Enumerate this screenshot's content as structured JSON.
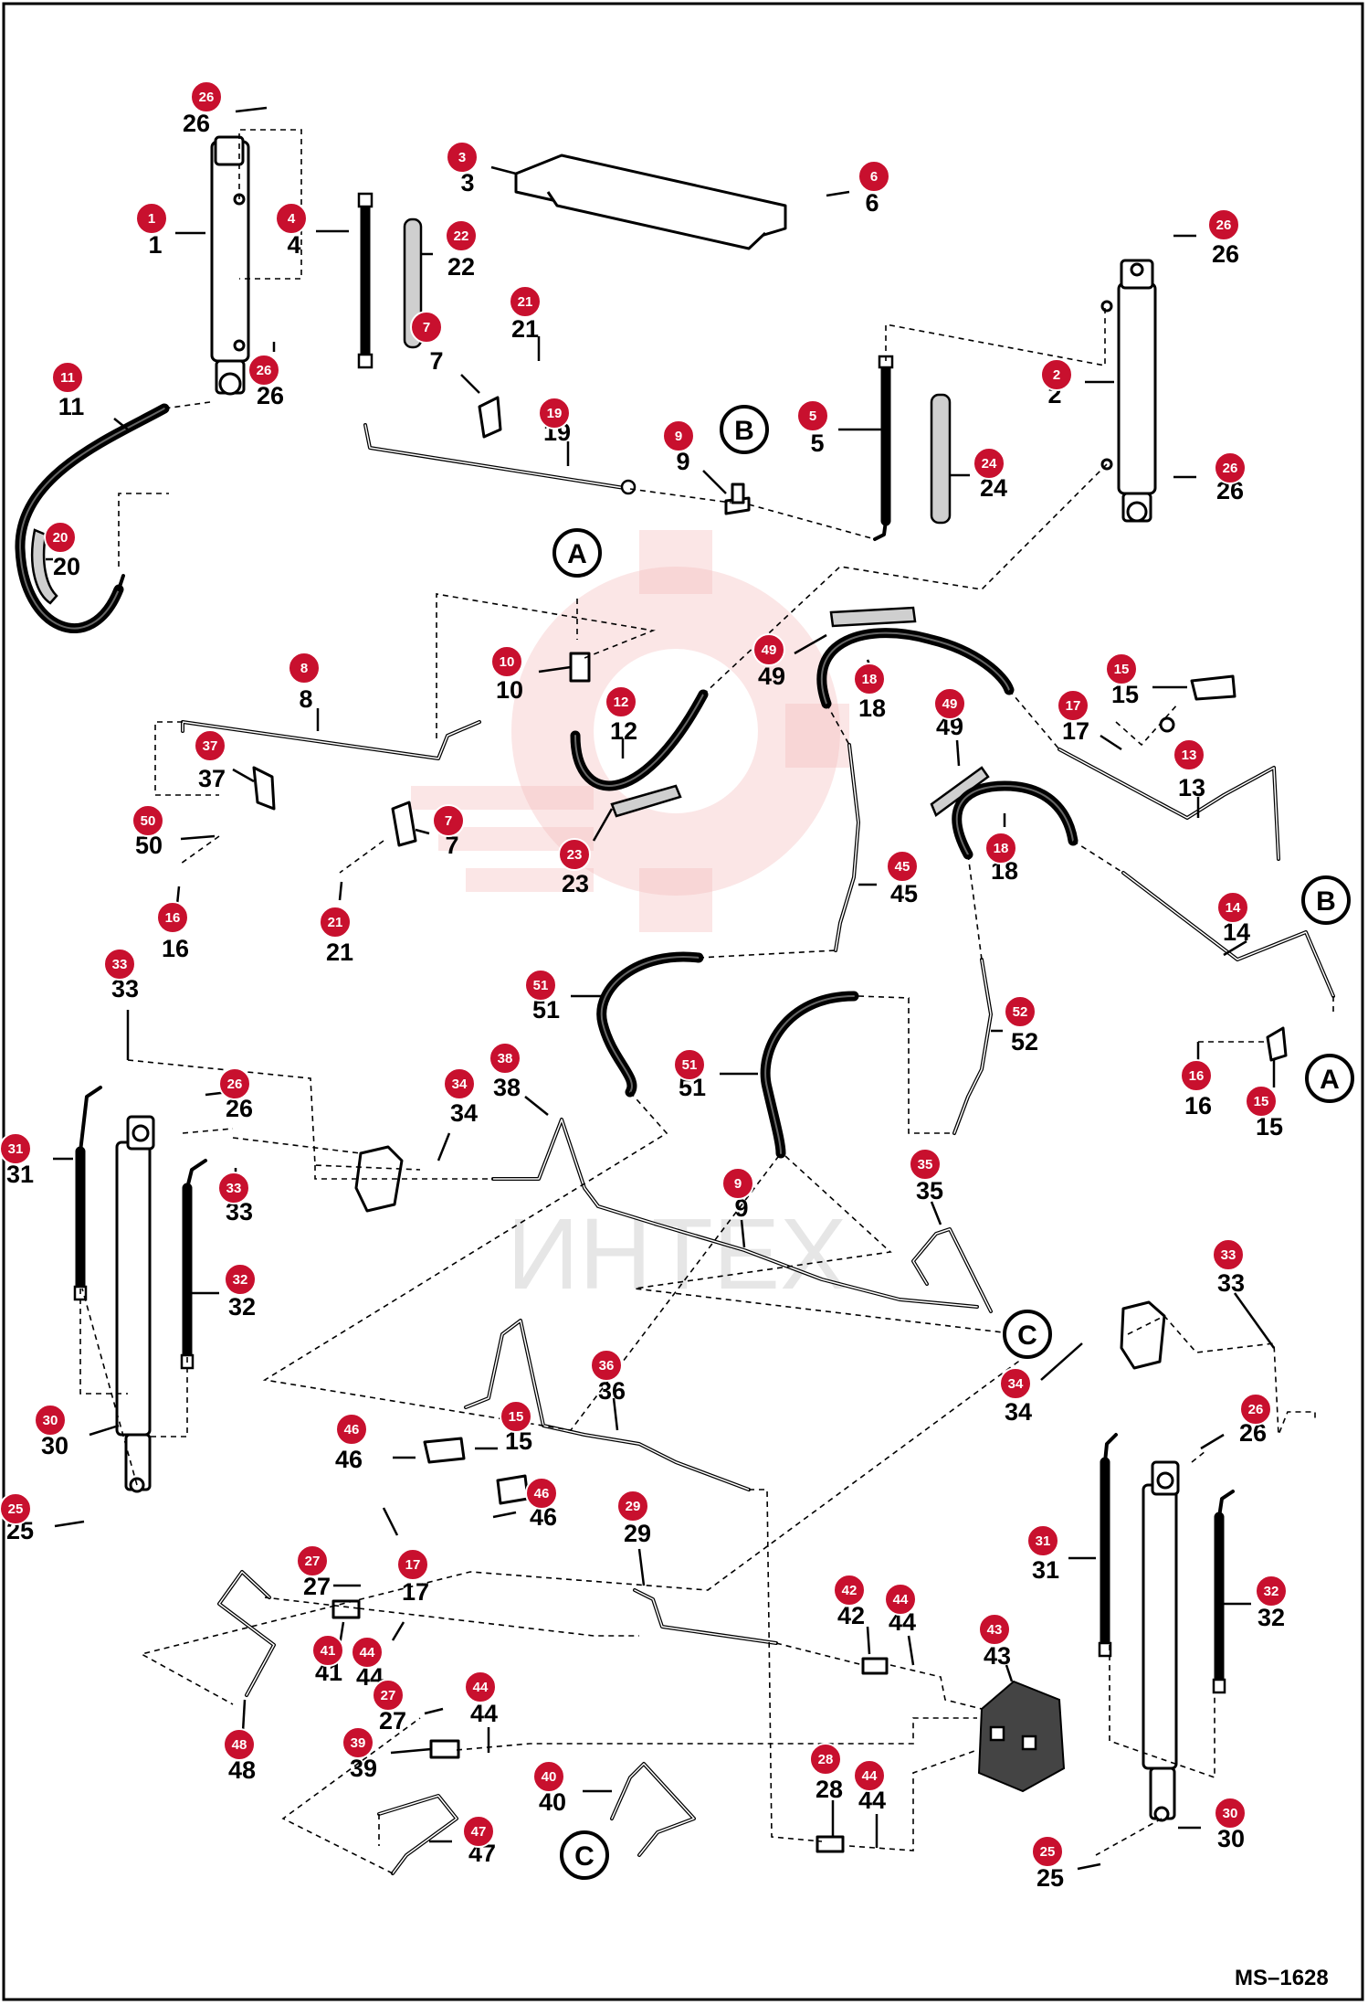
{
  "diagram_code": "MS–1628",
  "watermark": "ИНТЕХ",
  "colors": {
    "badge": "#c8102e",
    "ink": "#000000",
    "watermark": "#f4b8b8"
  },
  "callouts": [
    {
      "id": "c26a",
      "label": "26",
      "badge": "26"
    },
    {
      "id": "c3",
      "label": "3",
      "badge": "3"
    },
    {
      "id": "c6",
      "label": "6",
      "badge": "6"
    },
    {
      "id": "c1",
      "label": "1",
      "badge": "1"
    },
    {
      "id": "c4",
      "label": "4",
      "badge": "4"
    },
    {
      "id": "c22",
      "label": "22",
      "badge": "22"
    },
    {
      "id": "c26b",
      "label": "26",
      "badge": "26"
    },
    {
      "id": "c21a",
      "label": "21",
      "badge": "21"
    },
    {
      "id": "c7a",
      "label": "7",
      "badge": "7"
    },
    {
      "id": "c2",
      "label": "2",
      "badge": "2"
    },
    {
      "id": "c26c",
      "label": "26",
      "badge": "26"
    },
    {
      "id": "c11",
      "label": "11",
      "badge": "11"
    },
    {
      "id": "c19",
      "label": "19",
      "badge": "19"
    },
    {
      "id": "c9a",
      "label": "9",
      "badge": "9"
    },
    {
      "id": "c5",
      "label": "5",
      "badge": "5"
    },
    {
      "id": "c24",
      "label": "24",
      "badge": "24"
    },
    {
      "id": "c26d",
      "label": "26",
      "badge": "26"
    },
    {
      "id": "c20",
      "label": "20",
      "badge": "20"
    },
    {
      "id": "c10",
      "label": "10",
      "badge": "10"
    },
    {
      "id": "c49a",
      "label": "49",
      "badge": "49"
    },
    {
      "id": "c18a",
      "label": "18",
      "badge": "18"
    },
    {
      "id": "c15a",
      "label": "15",
      "badge": "15"
    },
    {
      "id": "c8",
      "label": "8",
      "badge": "8"
    },
    {
      "id": "c12",
      "label": "12",
      "badge": "12"
    },
    {
      "id": "c49b",
      "label": "49",
      "badge": "49"
    },
    {
      "id": "c17a",
      "label": "17",
      "badge": "17"
    },
    {
      "id": "c13",
      "label": "13",
      "badge": "13"
    },
    {
      "id": "c37",
      "label": "37",
      "badge": "37"
    },
    {
      "id": "c50",
      "label": "50",
      "badge": "50"
    },
    {
      "id": "c7b",
      "label": "7",
      "badge": "7"
    },
    {
      "id": "c23",
      "label": "23",
      "badge": "23"
    },
    {
      "id": "c18b",
      "label": "18",
      "badge": "18"
    },
    {
      "id": "c45",
      "label": "45",
      "badge": "45"
    },
    {
      "id": "c16a",
      "label": "16",
      "badge": "16"
    },
    {
      "id": "c21b",
      "label": "21",
      "badge": "21"
    },
    {
      "id": "c14",
      "label": "14",
      "badge": "14"
    },
    {
      "id": "c51a",
      "label": "51",
      "badge": "51"
    },
    {
      "id": "c33a",
      "label": "33",
      "badge": "33"
    },
    {
      "id": "c52a",
      "label": "52",
      "badge": "52"
    },
    {
      "id": "c26e",
      "label": "26",
      "badge": "26"
    },
    {
      "id": "c34a",
      "label": "34",
      "badge": "34"
    },
    {
      "id": "c38",
      "label": "38",
      "badge": "38"
    },
    {
      "id": "c51b",
      "label": "51",
      "badge": "51"
    },
    {
      "id": "c16b",
      "label": "16",
      "badge": "16"
    },
    {
      "id": "c15b",
      "label": "15",
      "badge": "15"
    },
    {
      "id": "c31a",
      "label": "31",
      "badge": "31"
    },
    {
      "id": "c33b",
      "label": "33",
      "badge": "33"
    },
    {
      "id": "c9b",
      "label": "9",
      "badge": "9"
    },
    {
      "id": "c35",
      "label": "35",
      "badge": "35"
    },
    {
      "id": "c32a",
      "label": "32",
      "badge": "32"
    },
    {
      "id": "c33c",
      "label": "33",
      "badge": "33"
    },
    {
      "id": "c34b",
      "label": "34",
      "badge": "34"
    },
    {
      "id": "c36",
      "label": "36",
      "badge": "36"
    },
    {
      "id": "c30a",
      "label": "30",
      "badge": "30"
    },
    {
      "id": "c15c",
      "label": "15",
      "badge": "15"
    },
    {
      "id": "c46a",
      "label": "46",
      "badge": "46"
    },
    {
      "id": "c26f",
      "label": "26",
      "badge": "26"
    },
    {
      "id": "c46b",
      "label": "46",
      "badge": "46"
    },
    {
      "id": "c25a",
      "label": "25",
      "badge": "25"
    },
    {
      "id": "c29",
      "label": "29",
      "badge": "29"
    },
    {
      "id": "c17b",
      "label": "17",
      "badge": "17"
    },
    {
      "id": "c27a",
      "label": "27",
      "badge": "27"
    },
    {
      "id": "c31b",
      "label": "31",
      "badge": "31"
    },
    {
      "id": "c32b",
      "label": "32",
      "badge": "32"
    },
    {
      "id": "c42",
      "label": "42",
      "badge": "42"
    },
    {
      "id": "c44a",
      "label": "44",
      "badge": "44"
    },
    {
      "id": "c43",
      "label": "43",
      "badge": "43"
    },
    {
      "id": "c41",
      "label": "41",
      "badge": "41"
    },
    {
      "id": "c44b",
      "label": "44",
      "badge": "44"
    },
    {
      "id": "c27b",
      "label": "27",
      "badge": "27"
    },
    {
      "id": "c44c",
      "label": "44",
      "badge": "44"
    },
    {
      "id": "c39",
      "label": "39",
      "badge": "39"
    },
    {
      "id": "c48",
      "label": "48",
      "badge": "48"
    },
    {
      "id": "c40",
      "label": "40",
      "badge": "40"
    },
    {
      "id": "c28",
      "label": "28",
      "badge": "28"
    },
    {
      "id": "c44d",
      "label": "44",
      "badge": "44"
    },
    {
      "id": "c47",
      "label": "47",
      "badge": "47"
    },
    {
      "id": "c30b",
      "label": "30",
      "badge": "30"
    },
    {
      "id": "c25b",
      "label": "25",
      "badge": "25"
    }
  ],
  "references": [
    {
      "id": "refB1",
      "letter": "B"
    },
    {
      "id": "refA1",
      "letter": "A"
    },
    {
      "id": "refB2",
      "letter": "B"
    },
    {
      "id": "refA2",
      "letter": "A"
    },
    {
      "id": "refC1",
      "letter": "C"
    },
    {
      "id": "refC2",
      "letter": "C"
    }
  ]
}
